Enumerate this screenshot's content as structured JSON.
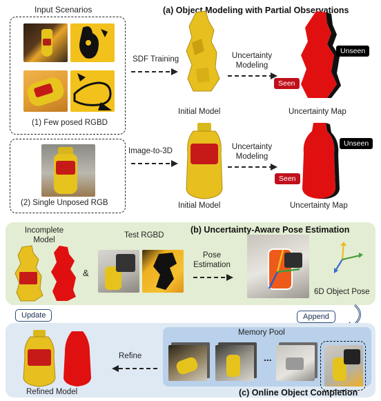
{
  "panel_a": {
    "title": "(a) Object Modeling with Partial Observations",
    "input_scenarios": "Input Scenarios",
    "few_posed": "(1) Few posed RGBD",
    "single_unposed": "(2) Single Unposed RGB",
    "sdf_training": "SDF Training",
    "image_to_3d": "Image-to-3D",
    "uncertainty_modeling_1": "Uncertainty\nModeling",
    "uncertainty_modeling_2": "Uncertainty\nModeling",
    "initial_model_1": "Initial Model",
    "initial_model_2": "Initial Model",
    "uncertainty_map_1": "Uncertainty Map",
    "uncertainty_map_2": "Uncertainty Map",
    "seen_1": "Seen",
    "seen_2": "Seen",
    "unseen_1": "Unseen",
    "unseen_2": "Unseen"
  },
  "panel_b": {
    "title": "(b) Uncertainty-Aware Pose Estimation",
    "incomplete_model": "Incomplete\nModel",
    "test_rgbd": "Test RGBD",
    "ampersand": "&",
    "pose_estimation": "Pose\nEstimation",
    "object_pose": "6D Object Pose"
  },
  "middle": {
    "update": "Update",
    "append": "Append"
  },
  "panel_c": {
    "title": "(c) Online Object Completion",
    "memory_pool": "Memory Pool",
    "ellipsis": "...",
    "refine": "Refine",
    "refined_model": "Refined Model"
  },
  "colors": {
    "panel_b_bg": "#e3edd3",
    "panel_c_bg": "#dfe9f4",
    "memory_pool_bg": "#b9d1ea",
    "uncertainty_red": "#e01010",
    "seen_tag": "#c0101c",
    "unseen_tag": "#000000",
    "mustard_yellow": "#e7c020"
  }
}
